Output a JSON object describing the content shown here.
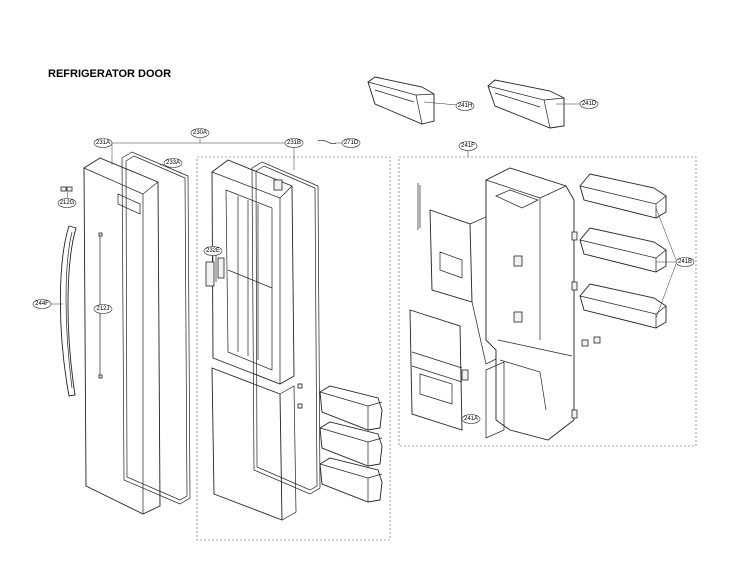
{
  "page": {
    "title": "REFRIGERATOR DOOR"
  },
  "callouts": {
    "c_241H": "241H",
    "c_241D": "241D",
    "c_231A": "231A",
    "c_230A": "230A",
    "c_231B": "231B",
    "c_271D": "271D",
    "c_233A": "233A",
    "c_241F": "241F",
    "c_212G": "212G",
    "c_232E": "232E",
    "c_244F": "244F",
    "c_212J": "212J",
    "c_241B": "241B",
    "c_241A": "241A"
  }
}
